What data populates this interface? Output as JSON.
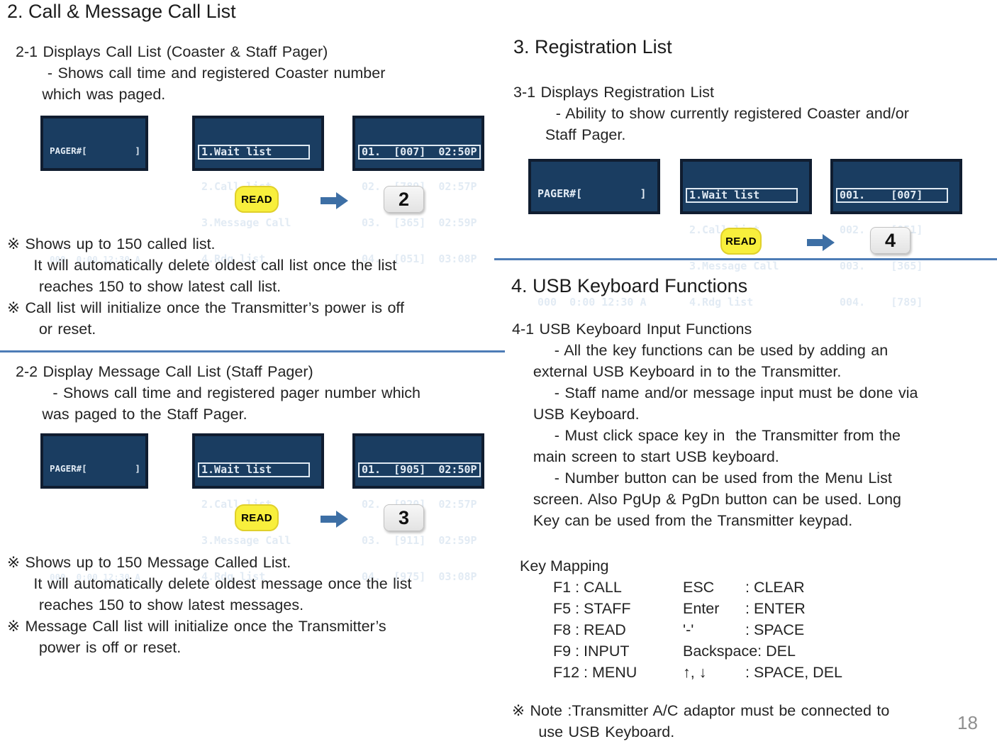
{
  "page_number": "18",
  "colors": {
    "lcd_background": "#1a3d61",
    "lcd_border": "#101d30",
    "lcd_text": "#e2ebf4",
    "read_button": "#f8ef3c",
    "arrow_blue": "#3d6fa5",
    "separator_blue": "#4d7cb6"
  },
  "left": {
    "title": "2. Call & Message Call List",
    "section21": "2-1 Displays Call List (Coaster & Staff Pager)\n      - Shows call time and registered Coaster number\n     which was paged.",
    "notes21": "※ Shows up to 150 called list.\n     It will automatically delete oldest call list once the list\n      reaches 150 to show latest call list.\n※ Call list will initialize once the Transmitter’s power is off\n      or reset.",
    "section22": "2-2 Display Message Call List (Staff Pager)\n       - Shows call time and registered pager number which\n     was paged to the Staff Pager.",
    "notes22": "※ Shows up to 150 Message Called List.\n     It will automatically delete oldest message once the list\n      reaches 150 to show latest messages.\n※ Message Call list will initialize once the Transmitter’s\n      power is off or reset."
  },
  "right": {
    "title3": "3. Registration List",
    "section31": "3-1 Displays Registration List\n        - Ability to show currently registered Coaster and/or\n      Staff Pager.",
    "title4": "4. USB Keyboard Functions",
    "section41": "4-1 USB Keyboard Input Functions\n        - All the key functions can be used by adding an\n    external USB Keyboard in to the Transmitter.\n        - Staff name and/or message input must be done via\n    USB Keyboard.\n        - Must click space key in  the Transmitter from the\n    main screen to start USB keyboard.\n        - Number button can be used from the Menu List\n    screen. Also PgUp & PgDn button can be used. Long\n    Key can be used from the Transmitter keypad.",
    "keymap": {
      "heading": "Key Mapping",
      "rows": [
        {
          "left": "F1 : CALL",
          "key": "ESC",
          "val": ": CLEAR"
        },
        {
          "left": "F5 : STAFF",
          "key": "Enter",
          "val": ": ENTER"
        },
        {
          "left": "F8 : READ",
          "key": "'-'",
          "val": ": SPACE"
        },
        {
          "left": "F9 : INPUT",
          "key": "Backspace",
          "val": ": DEL"
        },
        {
          "left": "F12 : MENU",
          "key": "↑, ↓ ",
          "val": ": SPACE, DEL"
        }
      ]
    },
    "note": "※ Note :Transmitter A/C adaptor must be connected to\n     use USB Keyboard."
  },
  "screens": {
    "home": {
      "lines": [
        "PAGER#[         ]",
        "",
        "",
        "000  0:00 12:30 A"
      ]
    },
    "menu": {
      "lines": [
        "1.Wait list",
        "2.Call list",
        "3.Message Call",
        "4.Rdg list"
      ]
    },
    "call_list": {
      "lines": [
        "01.  [007]  02:50P",
        "02.  [789]  02:57P",
        "03.  [365]  02:59P",
        "04.  [051]  03:08P"
      ]
    },
    "message_list": {
      "lines": [
        "01.  [905]  02:50P",
        "02.  [920]  02:57P",
        "03.  [911]  02:59P",
        "04.  [975]  03:08P"
      ]
    },
    "registration_list": {
      "lines": [
        "001.    [007]",
        "002.    [051]",
        "003.    [365]",
        "004.    [789]"
      ]
    }
  },
  "buttons": {
    "read": "READ",
    "step2": "2",
    "step3": "3",
    "step4": "4"
  }
}
